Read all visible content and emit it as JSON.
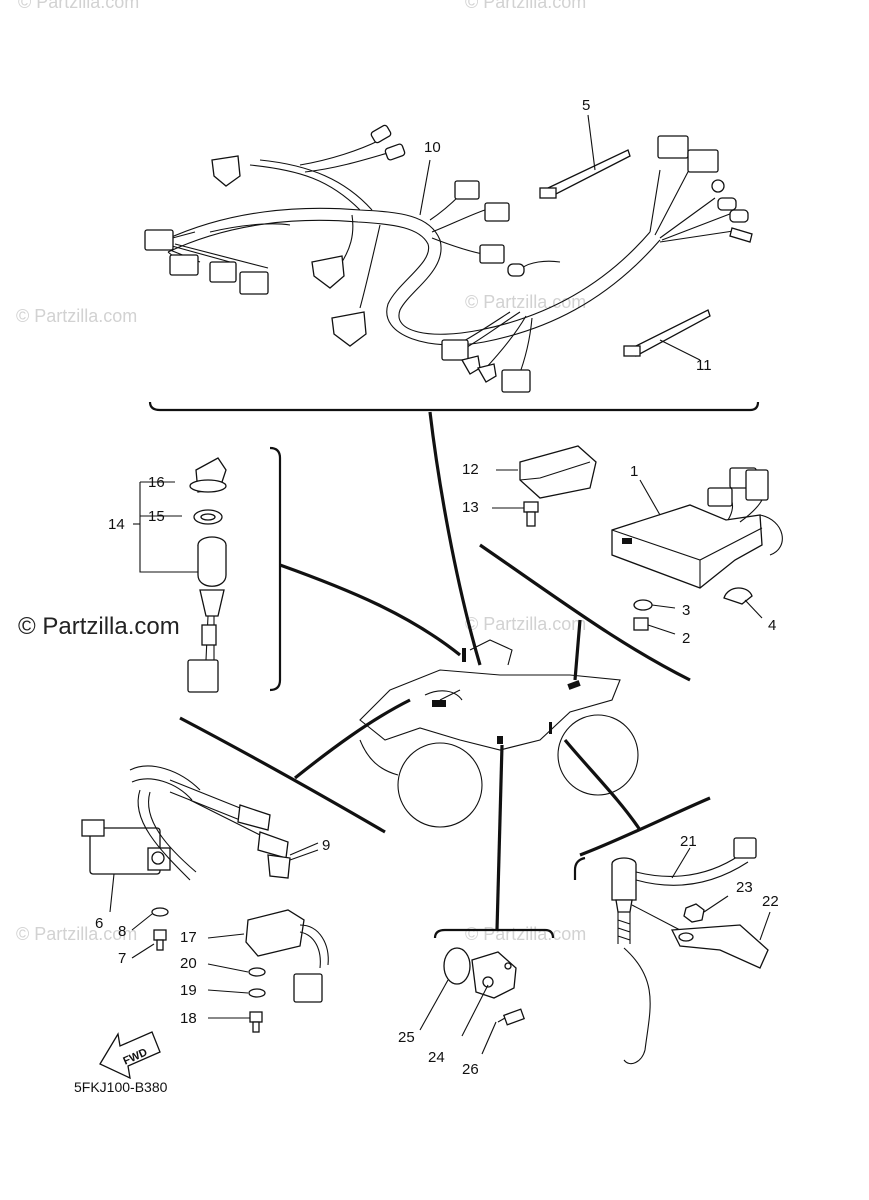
{
  "watermarks": {
    "prominent": "© Partzilla.com",
    "faint": "© Partzilla.com"
  },
  "diagram_code": "5FKJ100-B380",
  "fwd_label": "FWD",
  "callouts": {
    "c1": "1",
    "c2": "2",
    "c3": "3",
    "c4": "4",
    "c5": "5",
    "c6": "6",
    "c7": "7",
    "c8": "8",
    "c9": "9",
    "c10": "10",
    "c11": "11",
    "c12": "12",
    "c13": "13",
    "c14": "14",
    "c15": "15",
    "c16": "16",
    "c17": "17",
    "c18": "18",
    "c19": "19",
    "c20": "20",
    "c21": "21",
    "c22": "22",
    "c23": "23",
    "c24": "24",
    "c25": "25",
    "c26": "26"
  },
  "colors": {
    "ink": "#111111",
    "watermark": "#d2d2d2",
    "background": "#ffffff"
  }
}
